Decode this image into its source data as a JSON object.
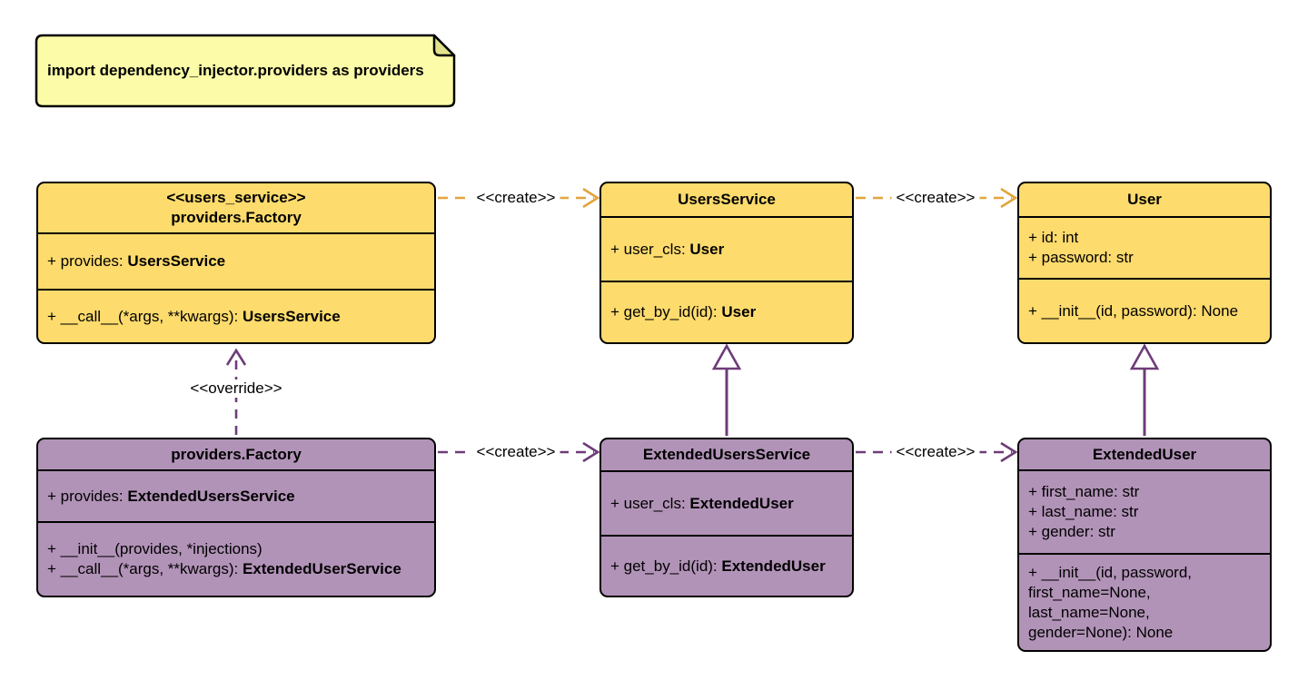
{
  "note": {
    "text": "import dependency_injector.providers as providers"
  },
  "colors": {
    "class_yellow": "#FDDB6D",
    "class_purple": "#B293B8",
    "note_yellow": "#FBFBA8",
    "note_fold": "#E2E28B",
    "arrow_yellow": "#E2A53C",
    "arrow_purple": "#6E3C78",
    "border": "#000000"
  },
  "classes": [
    {
      "stereotype": "<<users_service>>",
      "name": "providers.Factory",
      "attributes": [
        {
          "text": "+ provides: ",
          "type": "UsersService"
        }
      ],
      "methods": [
        {
          "text": "+ __call__(*args, **kwargs): ",
          "type": "UsersService"
        }
      ]
    },
    {
      "stereotype": "",
      "name": "UsersService",
      "attributes": [
        {
          "text": "+ user_cls: ",
          "type": "User"
        }
      ],
      "methods": [
        {
          "text": "+ get_by_id(id): ",
          "type": "User"
        }
      ]
    },
    {
      "stereotype": "",
      "name": "User",
      "attributes": [
        {
          "text": "+ id: int",
          "type": ""
        },
        {
          "text": "+ password: str",
          "type": ""
        }
      ],
      "methods": [
        {
          "text": "+ __init__(id, password): None",
          "type": ""
        }
      ]
    },
    {
      "stereotype": "",
      "name": "providers.Factory",
      "attributes": [
        {
          "text": "+ provides: ",
          "type": "ExtendedUsersService"
        }
      ],
      "methods": [
        {
          "text": "+ __init__(provides, *injections)",
          "type": ""
        },
        {
          "text": "+ __call__(*args, **kwargs): ",
          "type": "ExtendedUserService"
        }
      ]
    },
    {
      "stereotype": "",
      "name": "ExtendedUsersService",
      "attributes": [
        {
          "text": "+ user_cls: ",
          "type": "ExtendedUser"
        }
      ],
      "methods": [
        {
          "text": "+ get_by_id(id): ",
          "type": "ExtendedUser"
        }
      ]
    },
    {
      "stereotype": "",
      "name": "ExtendedUser",
      "attributes": [
        {
          "text": "+ first_name: str",
          "type": ""
        },
        {
          "text": "+ last_name: str",
          "type": ""
        },
        {
          "text": "+ gender: str",
          "type": ""
        }
      ],
      "methods": [
        {
          "text": "+ __init__(id, password,",
          "type": ""
        },
        {
          "text": "first_name=None,",
          "type": ""
        },
        {
          "text": "last_name=None,",
          "type": ""
        },
        {
          "text": "gender=None): None",
          "type": ""
        }
      ]
    }
  ],
  "edges": [
    {
      "type": "create",
      "label": "<<create>>",
      "from": "providers.Factory <<users_service>>",
      "to": "UsersService"
    },
    {
      "type": "create",
      "label": "<<create>>",
      "from": "UsersService",
      "to": "User"
    },
    {
      "type": "override",
      "label": "<<override>>",
      "from": "providers.Factory",
      "to": "providers.Factory <<users_service>>"
    },
    {
      "type": "create",
      "label": "<<create>>",
      "from": "providers.Factory",
      "to": "ExtendedUsersService"
    },
    {
      "type": "create",
      "label": "<<create>>",
      "from": "ExtendedUsersService",
      "to": "ExtendedUser"
    },
    {
      "type": "inheritance",
      "label": "",
      "from": "ExtendedUsersService",
      "to": "UsersService"
    },
    {
      "type": "inheritance",
      "label": "",
      "from": "ExtendedUser",
      "to": "User"
    }
  ]
}
